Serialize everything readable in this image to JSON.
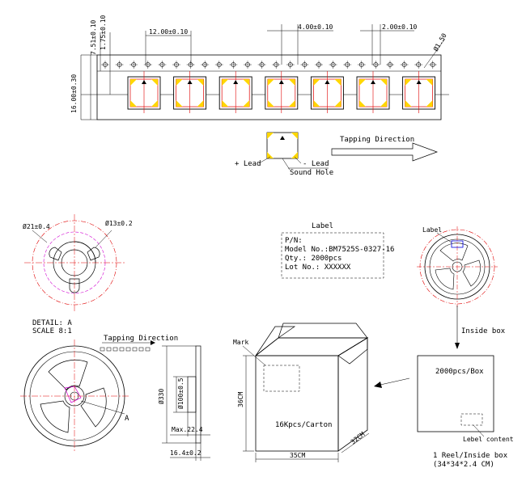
{
  "tape": {
    "dim_pitch": "12.00±0.10",
    "dim_hole_pitch": "4.00±0.10",
    "dim_offset": "2.00±0.10",
    "dim_hole_dia": "Ø1.50",
    "dim_1": "1.75±0.10",
    "dim_2": "7.51±0.10",
    "dim_width": "16.00±0.30",
    "pocket_count": 7,
    "plus_lead": "+ Lead",
    "minus_lead": "- Lead",
    "sound_hole": "Sound Hole",
    "tapping_direction": "Tapping Direction"
  },
  "detail": {
    "dim_outer": "Ø21±0.4",
    "dim_inner": "Ø13±0.2",
    "title": "DETAIL: A",
    "scale": "SCALE 8:1"
  },
  "reel": {
    "tapping_direction": "Tapping Direction",
    "callout": "A",
    "dim_dia": "Ø330",
    "dim_hub": "Ø100±0.5",
    "dim_max": "Max.22.4",
    "dim_width": "16.4±0.2"
  },
  "label": {
    "title": "Label",
    "pn": "P/N:",
    "model": "Model No.:BM7525S-0327-16",
    "qty": "Qty.: 2000pcs",
    "lot": "Lot No.: XXXXXX"
  },
  "small_reel": {
    "label": "Label"
  },
  "carton": {
    "mark": "Mark",
    "content": "16Kpcs/Carton",
    "dim_h": "36CM",
    "dim_w": "35CM",
    "dim_d": "32CM"
  },
  "inside_box": {
    "title": "Inside box",
    "content": "2000pcs/Box",
    "label_content": "Lebel content",
    "caption1": "1 Reel/Inside box",
    "caption2": "(34*34*2.4 CM)"
  },
  "colors": {
    "pocket_yellow": "#ffd700",
    "pocket_red": "#e00000",
    "centerline_red": "#e00000",
    "magenta": "#d000d0",
    "blue": "#0000e0"
  }
}
